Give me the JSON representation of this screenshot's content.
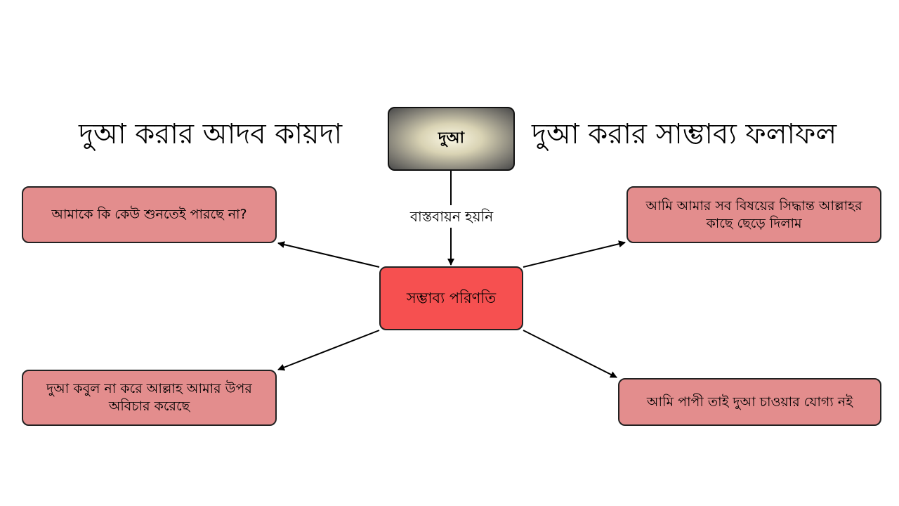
{
  "headings": {
    "left": "দুআ করার আদব কায়দা",
    "right": "দুআ করার সাম্ভাব্য ফলাফল"
  },
  "center_node": {
    "label": "দুআ"
  },
  "connector": {
    "label": "বাস্তবায়ন হয়নি"
  },
  "outcome_node": {
    "label": "সম্ভাব্য পরিণতি"
  },
  "leaves": {
    "top_left": "আমাকে কি কেউ শুনতেই পারছে না?",
    "top_right": "আমি আমার সব বিষয়ের সিদ্ধান্ত আল্লাহর কাছে ছেড়ে দিলাম",
    "bottom_left": "দুআ কবুল না করে আল্লাহ আমার উপর অবিচার করেছে",
    "bottom_right": "আমি পাপী তাই দুআ চাওয়ার যোগ্য নই"
  },
  "colors": {
    "outcome_fill": "#f65050",
    "leaf_fill": "#e38d8d",
    "border": "#222222"
  }
}
